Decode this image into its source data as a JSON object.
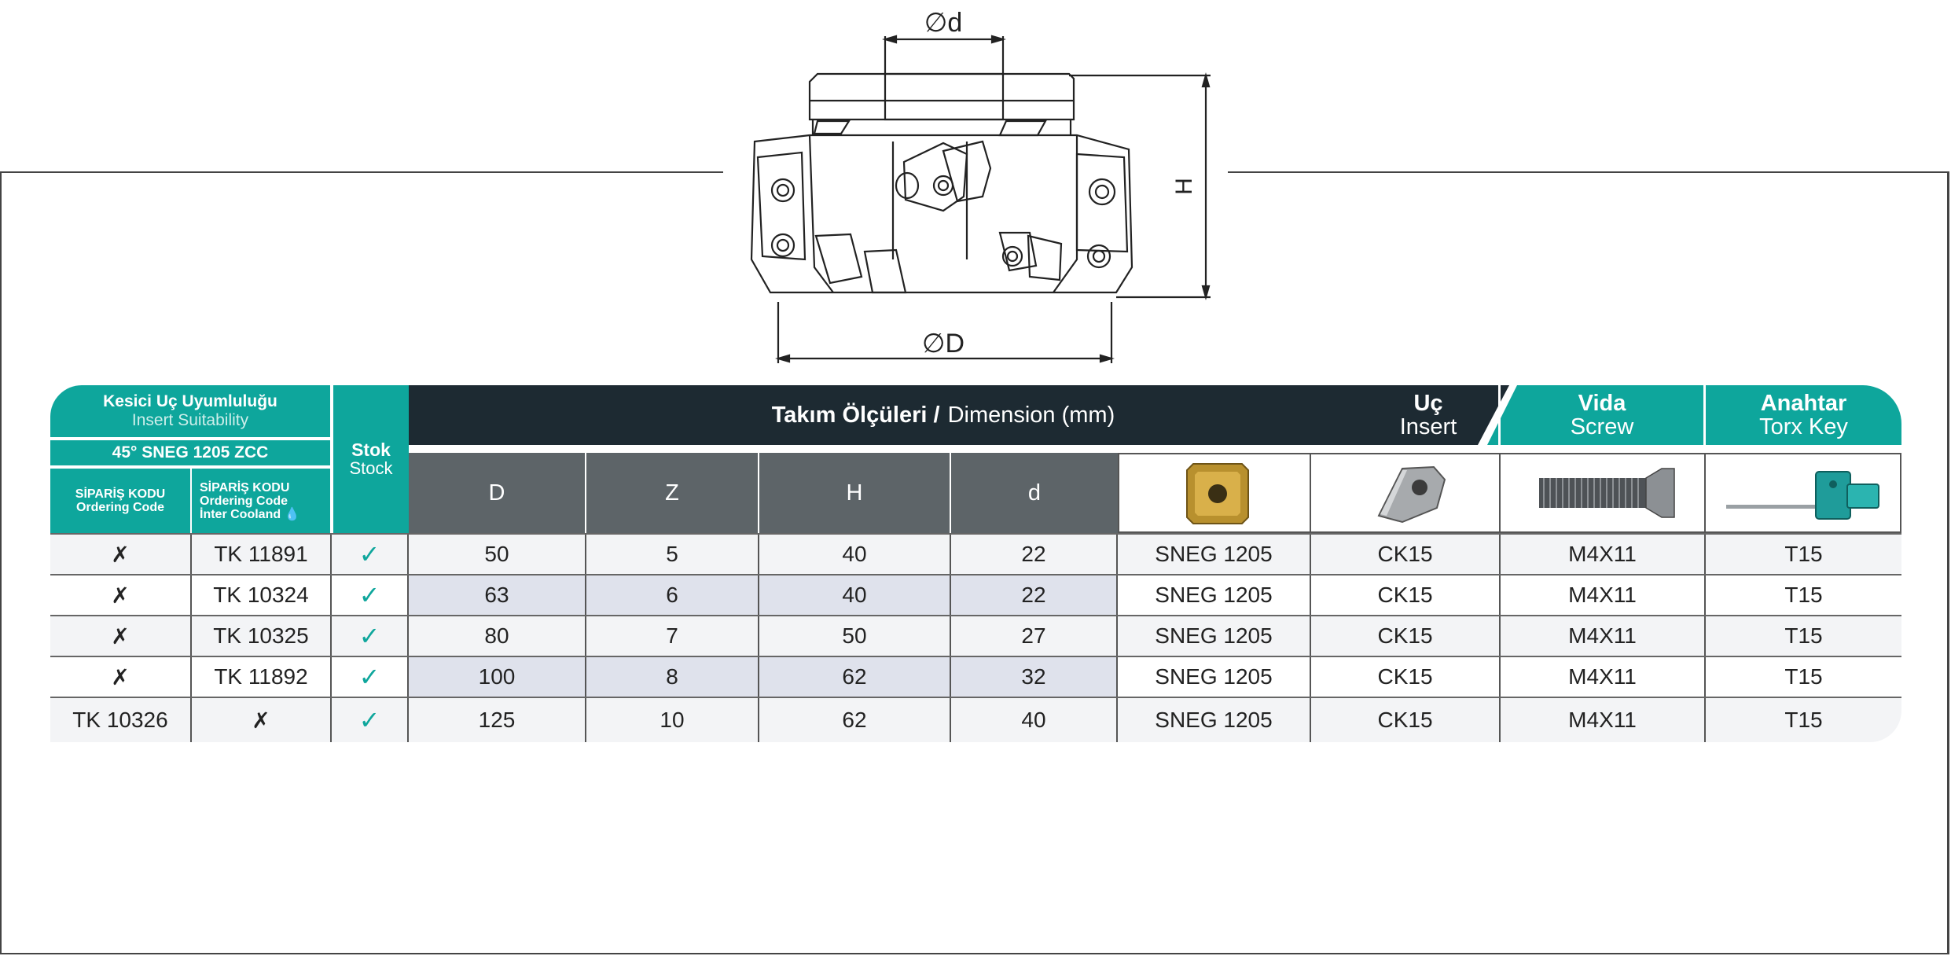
{
  "drawing": {
    "label_small_d": "∅d",
    "label_big_d": "∅D",
    "label_h": "H"
  },
  "header": {
    "insert_suitability_tr": "Kesici Uç Uyumluluğu",
    "insert_suitability_en": "Insert Suitability",
    "insert_type": "45° SNEG 1205 ZCC",
    "ordering_code_tr": "SİPARİŞ KODU",
    "ordering_code_en": "Ordering Code",
    "ordering_code2_tr": "SİPARİŞ KODU",
    "ordering_code2_en": "Ordering Code",
    "inter_cooland": "İnter Cooland",
    "stock_tr": "Stok",
    "stock_en": "Stock",
    "dimension_tr": "Takım Ölçüleri /",
    "dimension_en": "Dimension (mm)",
    "insert_tr": "Uç",
    "insert_en": "Insert",
    "screw_tr": "Vida",
    "screw_en": "Screw",
    "key_tr": "Anahtar",
    "key_en": "Torx Key",
    "col_D": "D",
    "col_Z": "Z",
    "col_H": "H",
    "col_d": "d"
  },
  "colors": {
    "teal": "#0ea69c",
    "dark": "#1d2a32",
    "grey": "#5d6468",
    "row_shade": "#dfe2ec"
  },
  "rows": [
    {
      "code": "✗",
      "code_cool": "TK 11891",
      "stock": "✓",
      "D": "50",
      "Z": "5",
      "H": "40",
      "d": "22",
      "insert": "SNEG 1205",
      "grade": "CK15",
      "screw": "M4X11",
      "key": "T15"
    },
    {
      "code": "✗",
      "code_cool": "TK 10324",
      "stock": "✓",
      "D": "63",
      "Z": "6",
      "H": "40",
      "d": "22",
      "insert": "SNEG 1205",
      "grade": "CK15",
      "screw": "M4X11",
      "key": "T15"
    },
    {
      "code": "✗",
      "code_cool": "TK 10325",
      "stock": "✓",
      "D": "80",
      "Z": "7",
      "H": "50",
      "d": "27",
      "insert": "SNEG 1205",
      "grade": "CK15",
      "screw": "M4X11",
      "key": "T15"
    },
    {
      "code": "✗",
      "code_cool": "TK 11892",
      "stock": "✓",
      "D": "100",
      "Z": "8",
      "H": "62",
      "d": "32",
      "insert": "SNEG 1205",
      "grade": "CK15",
      "screw": "M4X11",
      "key": "T15"
    },
    {
      "code": "TK 10326",
      "code_cool": "✗",
      "stock": "✓",
      "D": "125",
      "Z": "10",
      "H": "62",
      "d": "40",
      "insert": "SNEG 1205",
      "grade": "CK15",
      "screw": "M4X11",
      "key": "T15"
    }
  ]
}
